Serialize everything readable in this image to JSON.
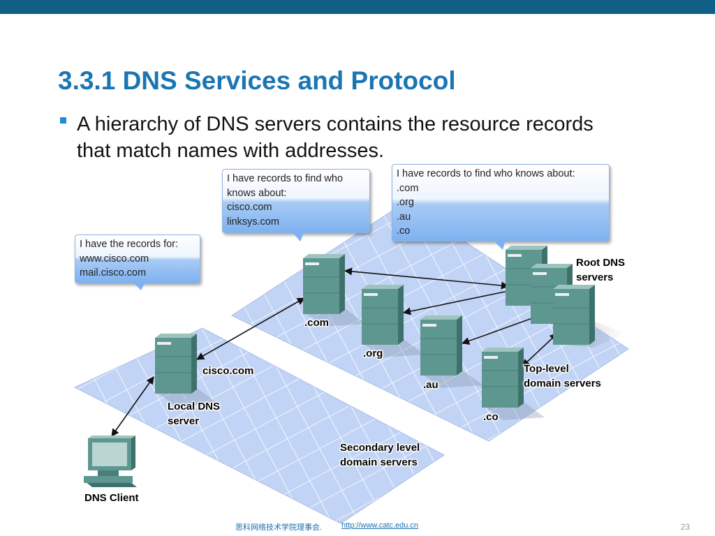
{
  "slide": {
    "title": "3.3.1 DNS Services and Protocol",
    "bullet": "A hierarchy of DNS servers contains the resource records that match names with addresses."
  },
  "callouts": {
    "local": [
      "I have the records for:",
      "www.cisco.com",
      "mail.cisco.com"
    ],
    "com": [
      "I have records to find who",
      "knows about:",
      "cisco.com",
      "linksys.com"
    ],
    "root": [
      "I have records to find who knows about:",
      ".com",
      ".org",
      ".au",
      ".co"
    ]
  },
  "labels": {
    "com": ".com",
    "org": ".org",
    "au": ".au",
    "co": ".co",
    "cisco": "cisco.com",
    "local_dns": [
      "Local DNS",
      "server"
    ],
    "root_dns": [
      "Root DNS",
      "servers"
    ],
    "top_level": [
      "Top-level",
      "domain servers"
    ],
    "secondary": [
      "Secondary level",
      "domain  servers"
    ],
    "client": "DNS Client"
  },
  "footer": {
    "org_name": "思科网络技术学院理事会.",
    "url": "http://www.catc.edu.cn",
    "page_number": "23"
  },
  "colors": {
    "title": "#1b75b3",
    "top_bar": "#0f5f86",
    "server_body": "#5e9690",
    "platform": "#c2d4f5"
  }
}
